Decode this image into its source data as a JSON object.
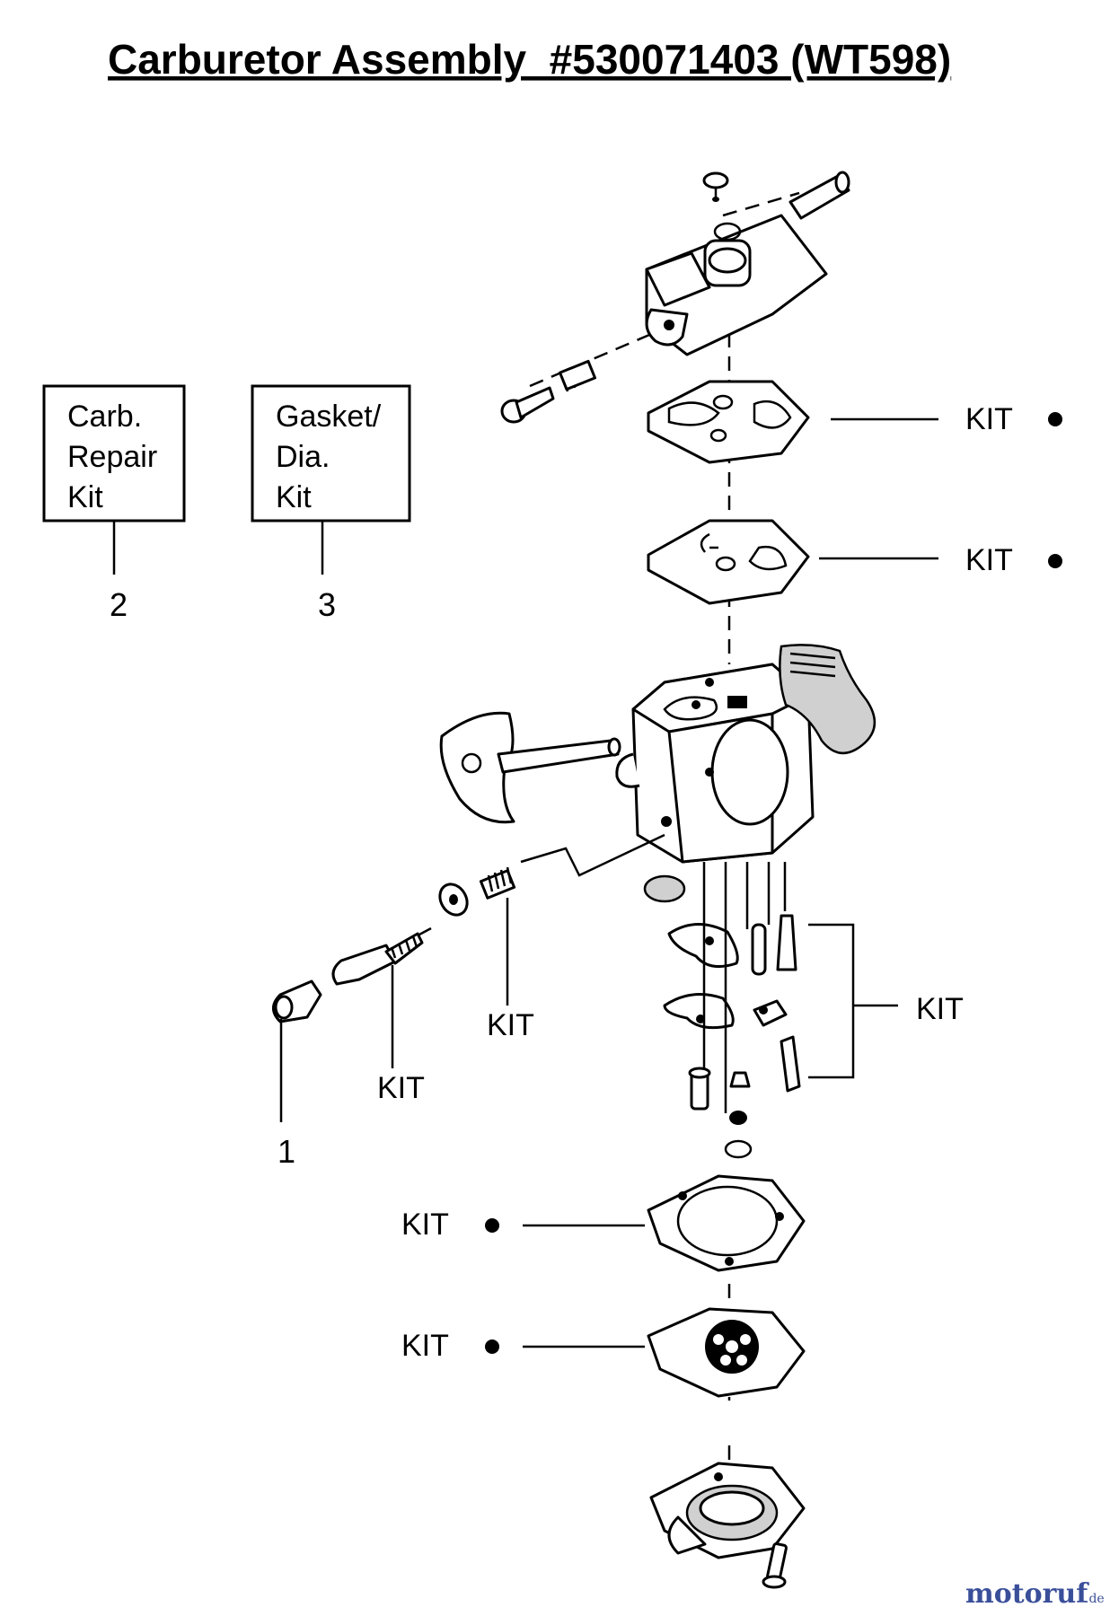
{
  "title": "Carburetor Assembly  #530071403 (WT598)",
  "kit_boxes": [
    {
      "lines": [
        "Carb.",
        "Repair",
        "Kit"
      ],
      "number": "2"
    },
    {
      "lines": [
        "Gasket/",
        "Dia.",
        "Kit"
      ],
      "number": "3"
    }
  ],
  "callouts": {
    "kit_text": "KIT",
    "part_number_1": "1"
  },
  "watermark": {
    "main": "motoruf",
    "suffix": ".de"
  }
}
